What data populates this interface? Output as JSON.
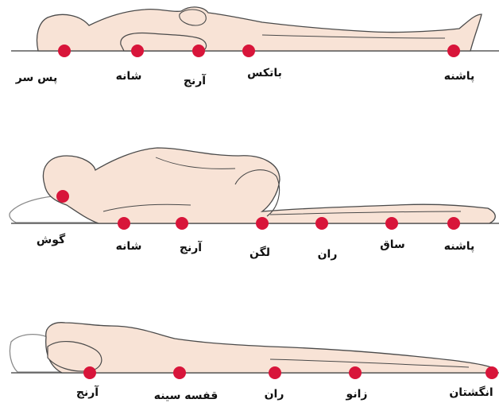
{
  "colors": {
    "body_fill": "#f8e3d6",
    "outline": "#4a4a4a",
    "pressure_point": "#d8153a",
    "label": "#111111"
  },
  "panels": [
    {
      "id": "supine",
      "labels": [
        "پس سر",
        "شانه",
        "آرنج",
        "باتکس",
        "پاشنه"
      ]
    },
    {
      "id": "side-lying",
      "labels": [
        "گوش",
        "شانه",
        "آرنج",
        "لگن",
        "ران",
        "ساق",
        "پاشنه"
      ]
    },
    {
      "id": "prone",
      "labels": [
        "آرنج",
        "قفسه سینه",
        "ران",
        "زانو",
        "انگشتان"
      ]
    }
  ]
}
